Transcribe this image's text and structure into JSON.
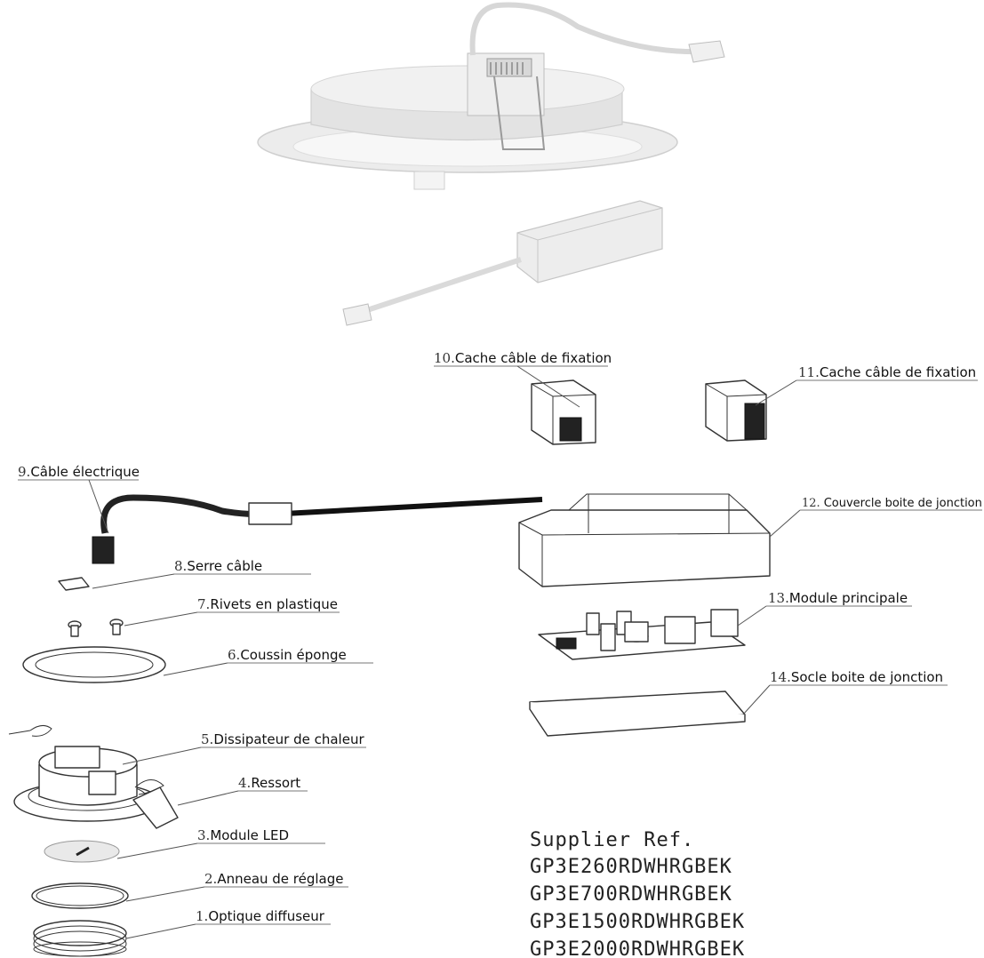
{
  "labels": [
    {
      "num": "1.",
      "text": "Optique diffuseur"
    },
    {
      "num": "2.",
      "text": "Anneau de réglage"
    },
    {
      "num": "3.",
      "text": "Module LED"
    },
    {
      "num": "4.",
      "text": "Ressort"
    },
    {
      "num": "5.",
      "text": "Dissipateur de chaleur"
    },
    {
      "num": "6.",
      "text": "Coussin éponge"
    },
    {
      "num": "7.",
      "text": "Rivets en plastique"
    },
    {
      "num": "8.",
      "text": "Serre câble"
    },
    {
      "num": "9.",
      "text": "Câble électrique"
    },
    {
      "num": "10.",
      "text": "Cache câble de fixation"
    },
    {
      "num": "11.",
      "text": "Cache câble de fixation"
    },
    {
      "num": "12.",
      "text": "Couvercle boite de jonction"
    },
    {
      "num": "13.",
      "text": "Module principale"
    },
    {
      "num": "14.",
      "text": "Socle boite de jonction"
    }
  ],
  "supplier": {
    "title": "Supplier Ref.",
    "refs": [
      "GP3E260RDWHRGBEK",
      "GP3E700RDWHRGBEK",
      "GP3E1500RDWHRGBEK",
      "GP3E2000RDWHRGBEK"
    ]
  }
}
